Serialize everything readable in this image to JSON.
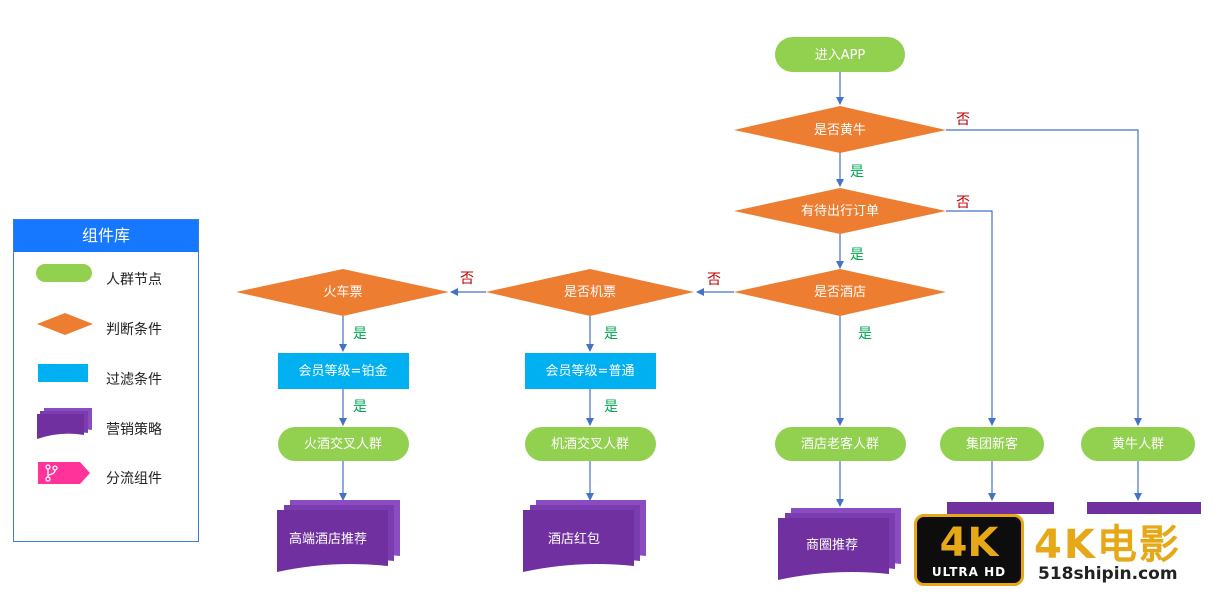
{
  "colors": {
    "crowd": "#92d050",
    "decision": "#ed7d31",
    "filter": "#00b0f0",
    "strategy": "#7030a0",
    "split": "#ff3399",
    "arrow": "#4472c4",
    "yes": "#00a651",
    "no": "#c00000",
    "legend_header": "#1677ff"
  },
  "legend": {
    "title": "组件库",
    "items": [
      {
        "label": "人群节点",
        "shape": "pill"
      },
      {
        "label": "判断条件",
        "shape": "diamond"
      },
      {
        "label": "过滤条件",
        "shape": "rect"
      },
      {
        "label": "营销策略",
        "shape": "document"
      },
      {
        "label": "分流组件",
        "shape": "split",
        "icon": "branch-icon"
      }
    ]
  },
  "nodes": {
    "start": "进入APP",
    "d_huangniu": "是否黄牛",
    "d_order": "有待出行订单",
    "d_hotel": "是否酒店",
    "d_flight": "是否机票",
    "d_train": "火车票",
    "f_platinum": "会员等级=铂金",
    "f_normal": "会员等级=普通",
    "c_train_hotel": "火酒交叉人群",
    "c_flight_hotel": "机酒交叉人群",
    "c_hotel_old": "酒店老客人群",
    "c_group_new": "集团新客",
    "c_huangniu": "黄牛人群",
    "s_highend": "高端酒店推荐",
    "s_redpacket": "酒店红包",
    "s_business": "商圈推荐"
  },
  "edges": {
    "yes": "是",
    "no": "否"
  },
  "watermark": {
    "badge_main": "4K",
    "badge_sub": "ULTRA HD",
    "brand": "4K电影",
    "url": "518shipin.com"
  }
}
